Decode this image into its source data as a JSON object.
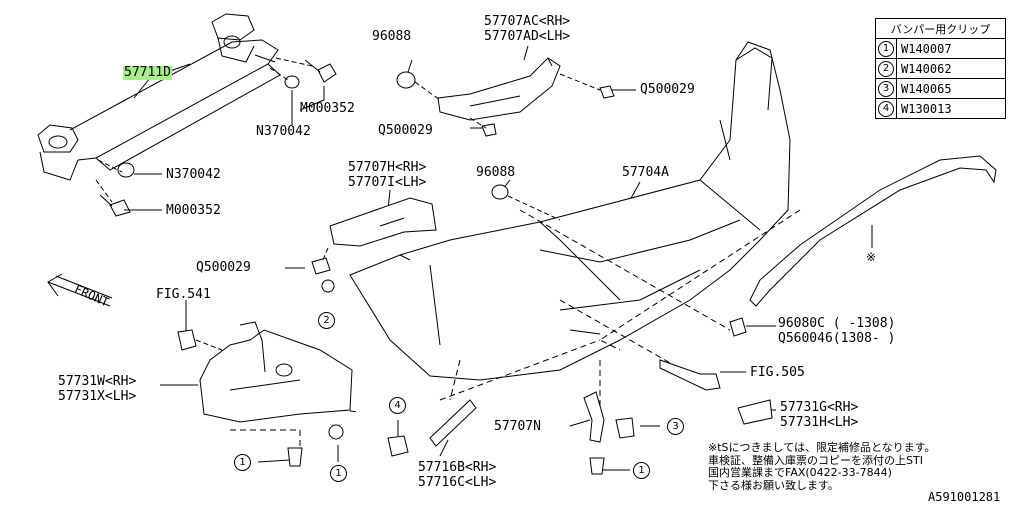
{
  "labels": {
    "part_57711D": "57711D",
    "part_M000352_upper": "M000352",
    "part_N370042_upper": "N370042",
    "part_N370042_lower": "N370042",
    "part_M000352_lower": "M000352",
    "part_96088_upper": "96088",
    "part_57707AC": "57707AC<RH>",
    "part_57707AD": "57707AD<LH>",
    "part_Q500029_right": "Q500029",
    "part_Q500029_mid": "Q500029",
    "part_96088_lower": "96088",
    "part_57704A": "57704A",
    "part_57707H": "57707H<RH>",
    "part_57707I": "57707I<LH>",
    "part_Q500029_left": "Q500029",
    "part_FIG541": "FIG.541",
    "part_96080C": "96080C (   -1308)",
    "part_Q560046": "Q560046(1308-   )",
    "part_FIG505": "FIG.505",
    "part_57731W": "57731W<RH>",
    "part_57731X": "57731X<LH>",
    "part_57731G": "57731G<RH>",
    "part_57731H": "57731H<LH>",
    "part_57707N": "57707N",
    "part_57716B": "57716B<RH>",
    "part_57716C": "57716C<LH>",
    "front": "FRONT",
    "asterisk": "※",
    "diagram_id": "A591001281"
  },
  "callouts": {
    "c2_mid": "2",
    "c4_left": "4",
    "c1_left_a": "1",
    "c1_left_b": "1",
    "c3_right": "3",
    "c1_right": "1"
  },
  "clip_table": {
    "header": "バンパー用クリップ",
    "rows": [
      {
        "num": "1",
        "code": "W140007"
      },
      {
        "num": "2",
        "code": "W140062"
      },
      {
        "num": "3",
        "code": "W140065"
      },
      {
        "num": "4",
        "code": "W130013"
      }
    ]
  },
  "footnote": [
    "※tSにつきましては、限定補修品となります。",
    "車検証、整備入庫票のコピーを添付の上STI",
    "国内営業課までFAX(0422-33-7844)",
    "下さる様お願い致します。"
  ],
  "colors": {
    "highlight": "#a6ee8a",
    "ink": "#000000"
  }
}
